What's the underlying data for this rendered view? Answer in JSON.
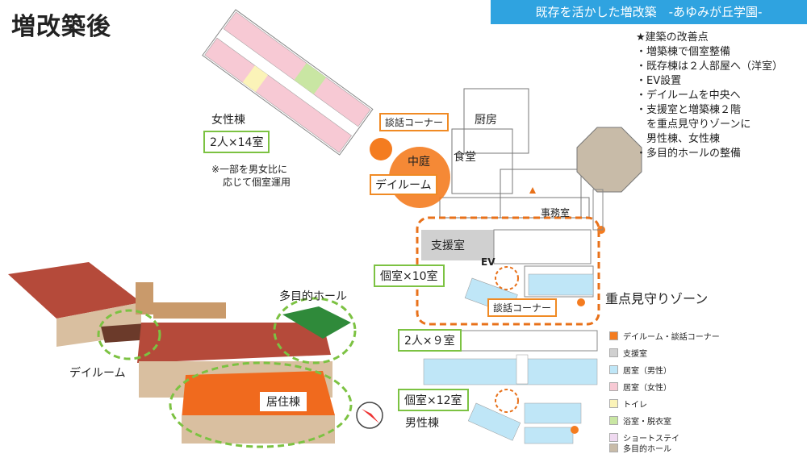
{
  "title": "増改築後",
  "banner": "既存を活かした増改築　-あゆみが丘学園-",
  "improvements": {
    "heading": "★建築の改善点",
    "items": [
      "・増築棟で個室整備",
      "・既存棟は２人部屋へ（洋室）",
      "・EV設置",
      "・デイルームを中央へ",
      "・支援室と増築棟２階",
      "　を重点見守りゾーンに",
      "　男性棟、女性棟",
      "・多目的ホールの整備"
    ]
  },
  "plan_labels": {
    "female_wing": "女性棟",
    "female_rooms": "2人×14室",
    "female_note_1": "※一部を男女比に",
    "female_note_2": "応じて個室運用",
    "talk_corner_top": "談話コーナー",
    "kitchen": "厨房",
    "dining": "食堂",
    "courtyard": "中庭",
    "dayroom_plan": "デイルーム",
    "office": "事務室",
    "support_room": "支援室",
    "ev": "EV",
    "private_10": "個室×10室",
    "talk_corner_mid": "談話コーナー",
    "watch_zone": "重点見守りゾーン",
    "double_9": "2人×９室",
    "private_12": "個室×12室",
    "male_wing": "男性棟"
  },
  "model_labels": {
    "multipurpose_hall": "多目的ホール",
    "dayroom": "デイルーム",
    "residence": "居住棟"
  },
  "legend": [
    {
      "label": "デイルーム・談話コーナー",
      "color": "#f47c20"
    },
    {
      "label": "支援室",
      "color": "#d0d0d0"
    },
    {
      "label": "居室（男性）",
      "color": "#bfe6f7"
    },
    {
      "label": "居室（女性）",
      "color": "#f7c9d4"
    },
    {
      "label": "トイレ",
      "color": "#fbf3b8"
    },
    {
      "label": "浴室・脱衣室",
      "color": "#c9e6a3"
    },
    {
      "label": "ショートステイ",
      "color": "#efd9f0"
    },
    {
      "label": "多目的ホール",
      "color": "#c8bba8"
    }
  ],
  "colors": {
    "accent_banner": "#2fa3e0",
    "green_outline": "#7cc242",
    "orange": "#f08a24"
  }
}
